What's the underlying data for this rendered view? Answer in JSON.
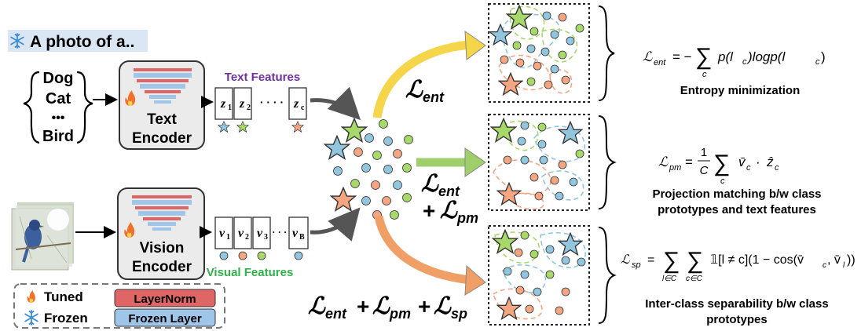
{
  "prompt": {
    "snowflake_icon": "snowflake-icon",
    "text": "A photo of a.."
  },
  "classes": [
    "Dog",
    "Cat",
    "•••",
    "Bird"
  ],
  "text_encoder": {
    "line1": "Text",
    "line2": "Encoder",
    "icon": "fire-icon"
  },
  "vision_encoder": {
    "line1": "Vision",
    "line2": "Encoder",
    "icon": "fire-icon"
  },
  "text_features": {
    "title": "Text Features",
    "tokens": [
      "z",
      "z",
      "z"
    ],
    "subs": [
      "1",
      "2",
      "c"
    ],
    "dots": "· · · ·"
  },
  "visual_features": {
    "title": "Visual Features",
    "tokens": [
      "v",
      "v",
      "v",
      "v"
    ],
    "subs": [
      "1",
      "2",
      "3",
      "B"
    ],
    "dots": "· · ·"
  },
  "legend": {
    "tuned": "Tuned",
    "frozen": "Frozen",
    "layernorm": "LayerNorm",
    "frozen_layer": "Frozen Layer"
  },
  "losses": {
    "ent": {
      "L": "ℒ",
      "sub": "ent"
    },
    "ent_pm": {
      "L1": "ℒ",
      "sub1": "ent",
      "plus": "+",
      "L2": "ℒ",
      "sub2": "pm"
    },
    "ent_pm_sp": {
      "L1": "ℒ",
      "sub1": "ent",
      "plus1": "+",
      "L2": "ℒ",
      "sub2": "pm",
      "plus2": "+",
      "L3": "ℒ",
      "sub3": "sp"
    }
  },
  "equations": {
    "ent": {
      "lhs": "ℒ",
      "lhs_sub": "ent",
      "rhs_pre": "= −",
      "sigma": "∑",
      "sigma_sub": "c",
      "rhs_post": "p(l",
      "post_sub": "c",
      "post2": ")logp(l",
      "post2_sub": "c",
      "end": ")",
      "desc": "Entropy minimization"
    },
    "pm": {
      "lhs": "ℒ",
      "lhs_sub": "pm",
      "eq": "=",
      "frac_num": "1",
      "frac_den": "C",
      "sigma": "∑",
      "sigma_sub": "c",
      "body": "v̄",
      "body_sub": "c",
      "dot": "·",
      "body2": "ẑ",
      "body2_sub": "c",
      "desc1": "Projection matching b/w class",
      "desc2": "prototypes and text features"
    },
    "sp": {
      "lhs": "ℒ",
      "lhs_sub": "sp",
      "eq": "=",
      "sigma1": "∑",
      "sigma1_sub": "l∈C",
      "sigma2": "∑",
      "sigma2_sub": "c∈C",
      "body": "𝟙[l ≠ c](1 − cos(v̄",
      "b_sub1": "c",
      "body_mid": ", v̄",
      "b_sub2": "l",
      "end": "))",
      "desc1": "Inter-class separability b/w class",
      "desc2": "prototypes"
    }
  },
  "colors": {
    "orange": "#f4a582",
    "green": "#a6d96a",
    "blue": "#92c5de",
    "star_orange": "#f4a582",
    "star_green": "#a6d96a",
    "star_blue": "#92c5de",
    "arrow_yellow": "#f5d54a",
    "arrow_green": "#9ecf6a",
    "arrow_orange": "#f0a066",
    "text_features": "#7030a0",
    "visual_features": "#2fb04a",
    "layernorm": "#e06666",
    "frozen_layer": "#9fc5e8"
  }
}
